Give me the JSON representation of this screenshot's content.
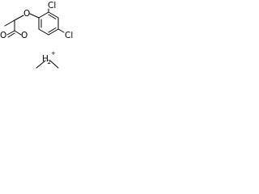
{
  "molecule": {
    "atoms": {
      "chlorine_top": "Cl",
      "chlorine_right": "Cl",
      "ether_oxygen": "O",
      "carbonyl_oxygen": "O",
      "hydroxyl_oxygen": "O",
      "ammonium_nitrogen": "H",
      "ammonium_h2_label": "2",
      "ammonium_charge": "+"
    }
  }
}
